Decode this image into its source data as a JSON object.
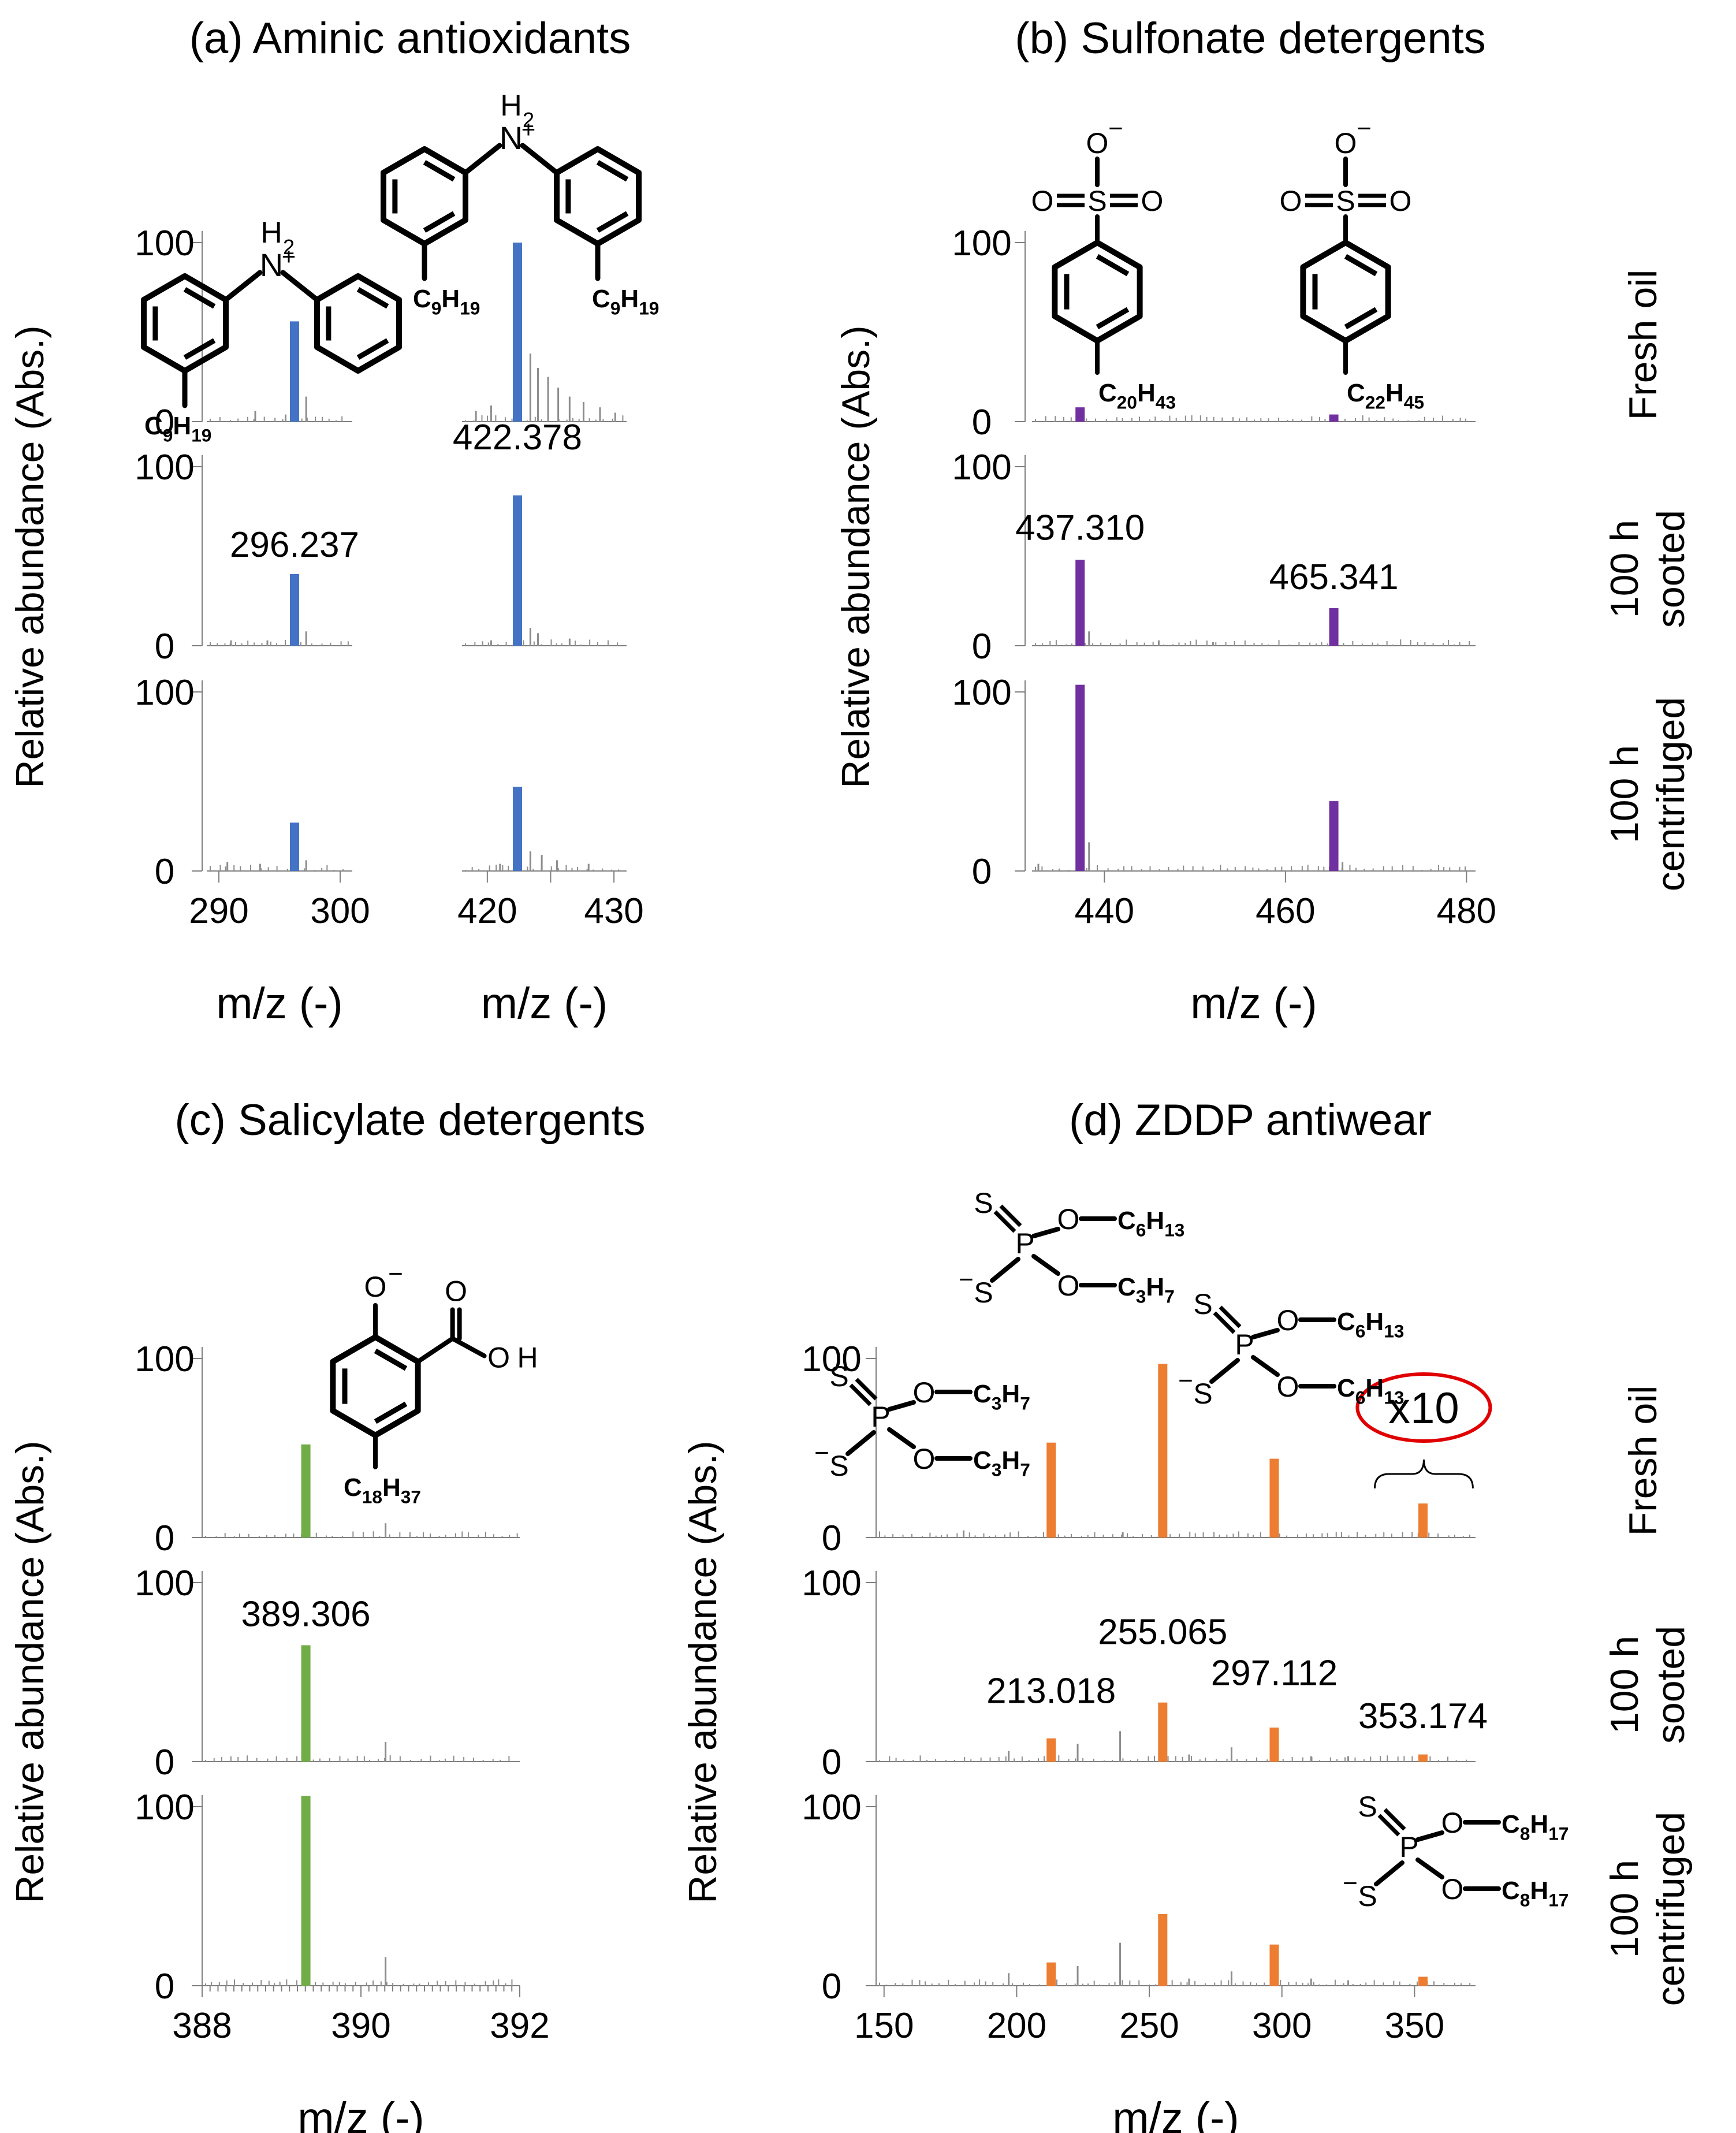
{
  "colors": {
    "aminic": "#4472c4",
    "sulfonate": "#7030a0",
    "salicylate": "#70ad47",
    "zddp": "#ed7d31",
    "noise": "#8c8c8c",
    "hetero_o": "#e00000",
    "hetero_n": "#3355ee",
    "hetero_s": "#f0a800",
    "x10_ring": "#e00000"
  },
  "row_labels": [
    "Fresh oil",
    "100 h sooted",
    "100 h centrifuged"
  ],
  "chart_data": [
    {
      "id": "a",
      "type": "bar",
      "title": "(a) Aminic antioxidants",
      "ylabel": "Relative abundance (Abs.)",
      "y_ticks": [
        0,
        100
      ],
      "ylim": [
        0,
        100
      ],
      "segments": [
        {
          "xlim": [
            289,
            301
          ],
          "ticks": [
            290,
            300
          ],
          "xlabel": "m/z (-)"
        },
        {
          "xlim": [
            418,
            431
          ],
          "ticks": [
            420,
            425,
            430
          ],
          "tick_labels": [
            "420",
            "",
            "430"
          ],
          "xlabel": "m/z (-)"
        }
      ],
      "series": [
        {
          "name": "Fresh oil",
          "peaks": [
            {
              "x": 296.237,
              "y": 56
            },
            {
              "x": 422.378,
              "y": 100
            }
          ],
          "minor": [
            {
              "x": 297.2,
              "y": 14
            },
            {
              "x": 293.0,
              "y": 6
            },
            {
              "x": 295.5,
              "y": 4
            },
            {
              "x": 423.4,
              "y": 38
            },
            {
              "x": 424.0,
              "y": 30
            },
            {
              "x": 424.8,
              "y": 25
            },
            {
              "x": 425.6,
              "y": 19
            },
            {
              "x": 426.5,
              "y": 14
            },
            {
              "x": 427.6,
              "y": 11
            },
            {
              "x": 420.3,
              "y": 9
            },
            {
              "x": 428.9,
              "y": 8
            },
            {
              "x": 430.1,
              "y": 5
            },
            {
              "x": 419.1,
              "y": 6
            }
          ]
        },
        {
          "name": "100 h sooted",
          "peaks": [
            {
              "x": 296.237,
              "y": 40
            },
            {
              "x": 422.378,
              "y": 84
            }
          ],
          "minor": [
            {
              "x": 297.2,
              "y": 8
            },
            {
              "x": 291.0,
              "y": 3
            },
            {
              "x": 294.0,
              "y": 3
            },
            {
              "x": 423.4,
              "y": 10
            },
            {
              "x": 424.0,
              "y": 7
            },
            {
              "x": 426.5,
              "y": 4
            },
            {
              "x": 420.3,
              "y": 3
            }
          ]
        },
        {
          "name": "100 h centrifuged",
          "peaks": [
            {
              "x": 296.237,
              "y": 27
            },
            {
              "x": 422.378,
              "y": 47
            }
          ],
          "minor": [
            {
              "x": 297.2,
              "y": 6
            },
            {
              "x": 290.7,
              "y": 5
            },
            {
              "x": 293.4,
              "y": 4
            },
            {
              "x": 423.4,
              "y": 11
            },
            {
              "x": 424.3,
              "y": 9
            },
            {
              "x": 425.5,
              "y": 6
            },
            {
              "x": 421.0,
              "y": 4
            },
            {
              "x": 428.0,
              "y": 4
            }
          ]
        }
      ],
      "annotations": [
        {
          "row": 1,
          "x": 296.237,
          "y": 40,
          "text": "296.237"
        },
        {
          "row": 0,
          "x": 422.378,
          "y": 100,
          "text": "422.378",
          "anchor_row": 1,
          "at_y": 100
        }
      ],
      "structures": [
        {
          "kind": "diphenylamine",
          "nh": "H",
          "sub": "2",
          "charge": "+",
          "chain": {
            "c": "C",
            "n1": "9",
            "h": "H",
            "n2": "19"
          }
        },
        {
          "kind": "diphenylamine",
          "nh": "H",
          "sub": "2",
          "charge": "+",
          "chain": {
            "c": "C",
            "n1": "9",
            "h": "H",
            "n2": "19"
          }
        }
      ]
    },
    {
      "id": "b",
      "type": "bar",
      "title": "(b) Sulfonate detergents",
      "ylabel": "Relative abundance (Abs.)",
      "y_ticks": [
        0,
        100
      ],
      "ylim": [
        0,
        100
      ],
      "segments": [
        {
          "xlim": [
            432,
            481
          ],
          "ticks": [
            440,
            460,
            480
          ],
          "xlabel": "m/z (-)"
        }
      ],
      "series": [
        {
          "name": "Fresh oil",
          "peaks": [
            {
              "x": 437.31,
              "y": 8
            },
            {
              "x": 465.341,
              "y": 4
            }
          ],
          "minor": []
        },
        {
          "name": "100 h sooted",
          "peaks": [
            {
              "x": 437.31,
              "y": 48
            },
            {
              "x": 465.341,
              "y": 21
            }
          ],
          "minor": [
            {
              "x": 438.3,
              "y": 8
            },
            {
              "x": 446.0,
              "y": 3
            },
            {
              "x": 452.0,
              "y": 2
            }
          ]
        },
        {
          "name": "100 h centrifuged",
          "peaks": [
            {
              "x": 437.31,
              "y": 104
            },
            {
              "x": 465.341,
              "y": 39
            }
          ],
          "minor": [
            {
              "x": 438.3,
              "y": 16
            },
            {
              "x": 466.3,
              "y": 5
            },
            {
              "x": 432.7,
              "y": 4
            }
          ]
        }
      ],
      "annotations": [
        {
          "row": 1,
          "x": 437.31,
          "y": 48,
          "text": "437.310",
          "dy": 1.5
        },
        {
          "row": 1,
          "x": 465.341,
          "y": 21,
          "text": "465.341",
          "dy": 1.0
        }
      ],
      "structures": [
        {
          "kind": "sulfonate",
          "o_minus": "O",
          "charge": "−",
          "s": "S",
          "o": "O",
          "chain": {
            "c": "C",
            "n1": "20",
            "h": "H",
            "n2": "43"
          }
        },
        {
          "kind": "sulfonate",
          "o_minus": "O",
          "charge": "−",
          "s": "S",
          "o": "O",
          "chain": {
            "c": "C",
            "n1": "22",
            "h": "H",
            "n2": "45"
          }
        }
      ]
    },
    {
      "id": "c",
      "type": "bar",
      "title": "(c) Salicylate detergents",
      "ylabel": "Relative abundance (Abs.)",
      "y_ticks": [
        0,
        100
      ],
      "ylim": [
        0,
        100
      ],
      "segments": [
        {
          "xlim": [
            388,
            392
          ],
          "ticks": [
            388,
            390,
            392
          ],
          "minor_step": 0.1,
          "xlabel": "m/z (-)"
        }
      ],
      "series": [
        {
          "name": "Fresh oil",
          "peaks": [
            {
              "x": 389.306,
              "y": 52
            }
          ],
          "minor": [
            {
              "x": 390.31,
              "y": 8
            }
          ]
        },
        {
          "name": "100 h sooted",
          "peaks": [
            {
              "x": 389.306,
              "y": 65
            }
          ],
          "minor": [
            {
              "x": 390.31,
              "y": 11
            }
          ]
        },
        {
          "name": "100 h centrifuged",
          "peaks": [
            {
              "x": 389.306,
              "y": 106
            }
          ],
          "minor": [
            {
              "x": 390.31,
              "y": 16
            }
          ]
        }
      ],
      "annotations": [
        {
          "row": 1,
          "x": 389.306,
          "y": 65,
          "text": "389.306",
          "dy": 1.0
        }
      ],
      "structures": [
        {
          "kind": "salicylate",
          "o_minus": "O",
          "charge": "−",
          "cooh": [
            "O",
            "O",
            "H"
          ],
          "chain": {
            "c": "C",
            "n1": "18",
            "h": "H",
            "n2": "37"
          }
        }
      ]
    },
    {
      "id": "d",
      "type": "bar",
      "title": "(d) ZDDP antiwear",
      "ylabel": "Relative abundance (Abs.)",
      "y_ticks": [
        0,
        100
      ],
      "ylim": [
        0,
        100
      ],
      "segments": [
        {
          "xlim": [
            147,
            373
          ],
          "ticks": [
            150,
            200,
            250,
            300,
            350
          ],
          "xlabel": "m/z (-)"
        }
      ],
      "series": [
        {
          "name": "Fresh oil",
          "peaks": [
            {
              "x": 213.018,
              "y": 53
            },
            {
              "x": 255.065,
              "y": 97
            },
            {
              "x": 297.112,
              "y": 44
            },
            {
              "x": 353.174,
              "y": 19
            }
          ],
          "minor": [
            {
              "x": 214.0,
              "y": 6
            },
            {
              "x": 256.1,
              "y": 12
            },
            {
              "x": 298.1,
              "y": 6
            },
            {
              "x": 180.0,
              "y": 4
            },
            {
              "x": 240.0,
              "y": 3
            }
          ]
        },
        {
          "name": "100 h sooted",
          "peaks": [
            {
              "x": 213.018,
              "y": 13
            },
            {
              "x": 255.065,
              "y": 33
            },
            {
              "x": 297.112,
              "y": 19
            },
            {
              "x": 353.174,
              "y": 4
            }
          ],
          "minor": [
            {
              "x": 239.0,
              "y": 17
            },
            {
              "x": 223.0,
              "y": 10
            },
            {
              "x": 197.0,
              "y": 6
            },
            {
              "x": 281.0,
              "y": 8
            },
            {
              "x": 265.0,
              "y": 4
            },
            {
              "x": 311.0,
              "y": 3
            },
            {
              "x": 325.0,
              "y": 3
            }
          ]
        },
        {
          "name": "100 h centrifuged",
          "peaks": [
            {
              "x": 213.018,
              "y": 13
            },
            {
              "x": 255.065,
              "y": 40
            },
            {
              "x": 297.112,
              "y": 23
            },
            {
              "x": 353.174,
              "y": 5
            }
          ],
          "minor": [
            {
              "x": 239.0,
              "y": 24
            },
            {
              "x": 223.0,
              "y": 11
            },
            {
              "x": 197.0,
              "y": 7
            },
            {
              "x": 281.0,
              "y": 8
            },
            {
              "x": 265.0,
              "y": 4
            },
            {
              "x": 311.0,
              "y": 4
            },
            {
              "x": 325.0,
              "y": 3
            }
          ]
        }
      ],
      "annotations": [
        {
          "row": 1,
          "x": 213.018,
          "y": 13,
          "text": "213.018",
          "dy": 10
        },
        {
          "row": 1,
          "x": 255.065,
          "y": 33,
          "text": "255.065",
          "dy": 23
        },
        {
          "row": 1,
          "x": 297.112,
          "y": 19,
          "text": "297.112",
          "dy": 14
        },
        {
          "row": 1,
          "x": 353.174,
          "y": 4,
          "text": "353.174",
          "dy": 5
        }
      ],
      "scale_note": {
        "text": "x10",
        "row": 0,
        "x_range": [
          335,
          372
        ]
      },
      "structures": [
        {
          "kind": "dithiophosphate",
          "s": "S",
          "s_minus": "S",
          "charge": "−",
          "p": "P",
          "o": "O",
          "r1": {
            "c": "C",
            "n1": "3",
            "h": "H",
            "n2": "7"
          },
          "r2": {
            "c": "C",
            "n1": "3",
            "h": "H",
            "n2": "7"
          }
        },
        {
          "kind": "dithiophosphate",
          "s": "S",
          "s_minus": "S",
          "charge": "−",
          "p": "P",
          "o": "O",
          "r1": {
            "c": "C",
            "n1": "6",
            "h": "H",
            "n2": "13"
          },
          "r2": {
            "c": "C",
            "n1": "3",
            "h": "H",
            "n2": "7"
          }
        },
        {
          "kind": "dithiophosphate",
          "s": "S",
          "s_minus": "S",
          "charge": "−",
          "p": "P",
          "o": "O",
          "r1": {
            "c": "C",
            "n1": "6",
            "h": "H",
            "n2": "13"
          },
          "r2": {
            "c": "C",
            "n1": "6",
            "h": "H",
            "n2": "13"
          }
        },
        {
          "kind": "dithiophosphate",
          "s": "S",
          "s_minus": "S",
          "charge": "−",
          "p": "P",
          "o": "O",
          "r1": {
            "c": "C",
            "n1": "8",
            "h": "H",
            "n2": "17"
          },
          "r2": {
            "c": "C",
            "n1": "8",
            "h": "H",
            "n2": "17"
          }
        }
      ]
    }
  ]
}
